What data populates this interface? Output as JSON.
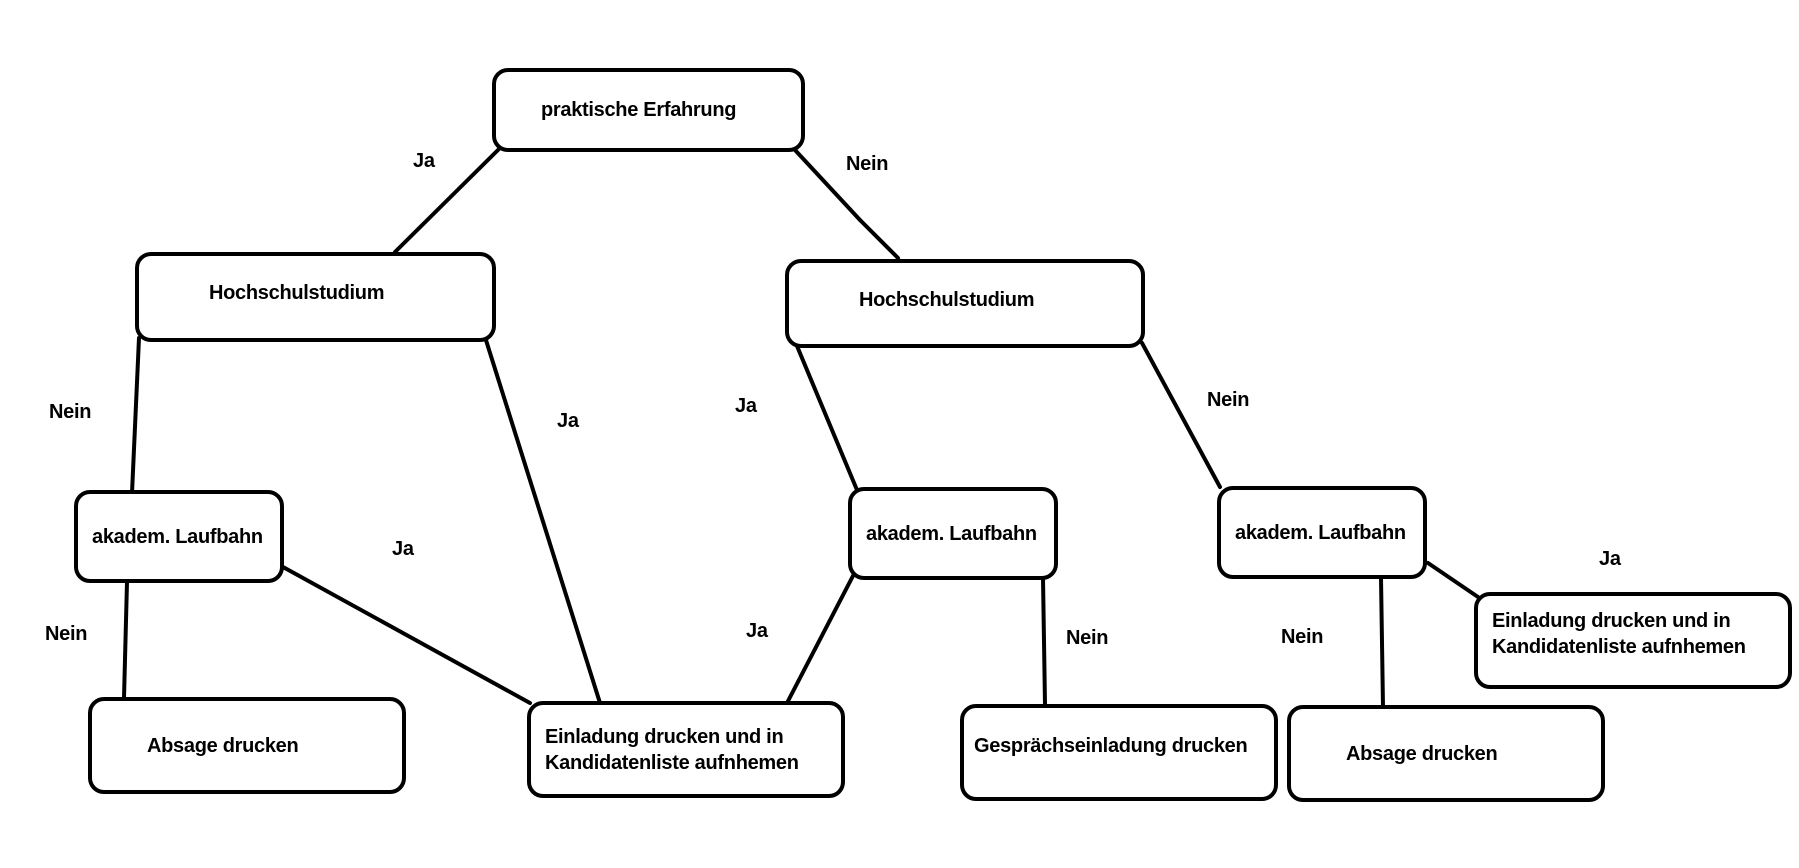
{
  "colors": {
    "stroke": "#000000",
    "background": "#ffffff"
  },
  "nodes": {
    "root": "praktische Erfahrung",
    "uni_left": "Hochschulstudium",
    "uni_right": "Hochschulstudium",
    "career_left": "akadem. Laufbahn",
    "career_mid": "akadem. Laufbahn",
    "career_right": "akadem. Laufbahn",
    "reject_left": "Absage drucken",
    "invite_list_mid": "Einladung drucken und in Kandidatenliste aufnhemen",
    "interview_invite": "Gesprächseinladung drucken",
    "reject_right": "Absage drucken",
    "invite_list_right": "Einladung drucken und in Kandidatenliste aufnhemen"
  },
  "edge_labels": {
    "root_to_uni_left": "Ja",
    "root_to_uni_right": "Nein",
    "uni_left_to_career_left": "Nein",
    "uni_left_to_invite_mid": "Ja",
    "career_left_to_invite_mid": "Ja",
    "career_left_to_reject_left": "Nein",
    "uni_right_to_career_mid": "Ja",
    "uni_right_to_career_right": "Nein",
    "career_mid_to_invite_mid": "Ja",
    "career_mid_to_interview": "Nein",
    "career_right_to_invite_right": "Ja",
    "career_right_to_reject_right": "Nein"
  }
}
